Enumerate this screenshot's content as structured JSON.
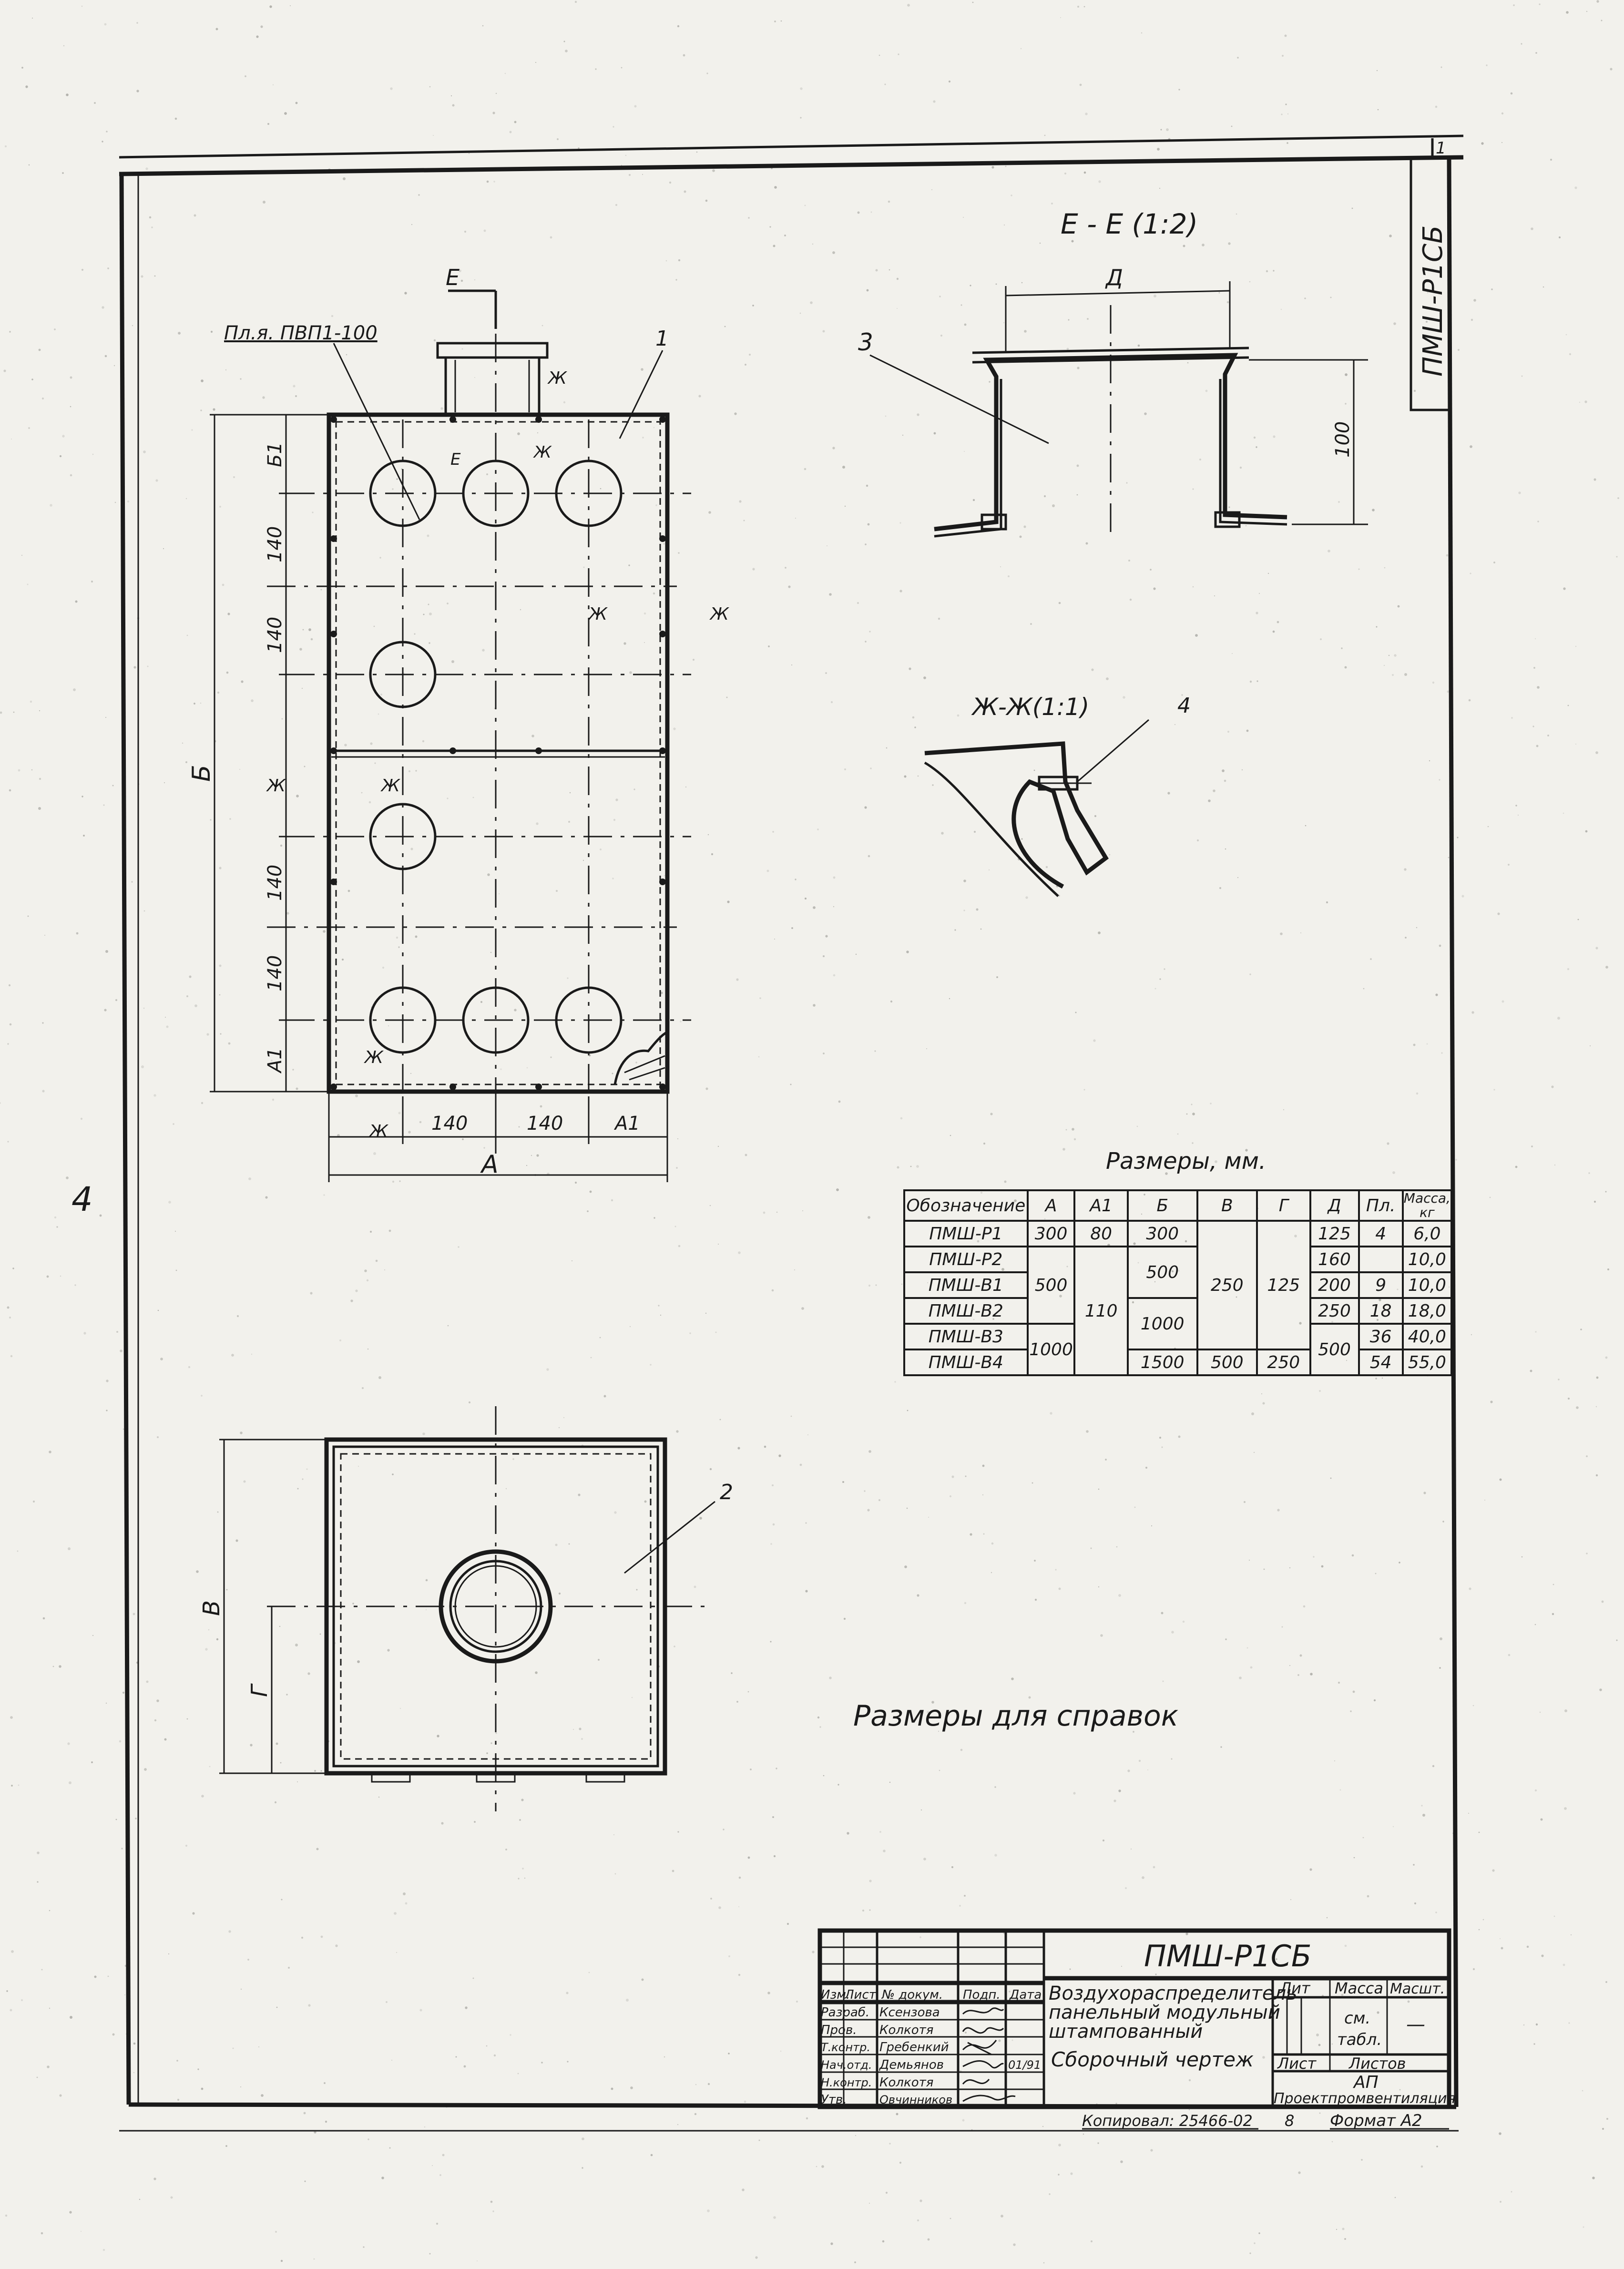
{
  "sheet": {
    "code_vertical": "ПМШ-Р1СБ",
    "page_corner": "1",
    "margin_note": "4",
    "note_reference": "Размеры для справок"
  },
  "views": {
    "main": {
      "pattern_label": "Пл.я. ПВП1-100",
      "section_e": "Е",
      "section_zh": "Ж",
      "callout_1": "1",
      "dims": {
        "b1": "Б1",
        "p140": "140",
        "b": "Б",
        "a1": "А1",
        "a": "А",
        "h140": "140"
      }
    },
    "section_ee": {
      "title": "Е - Е (1:2)",
      "dim_d": "Д",
      "callout_3": "3",
      "height": "100"
    },
    "section_zhzh": {
      "title": "Ж-Ж(1:1)",
      "callout_4": "4"
    },
    "bottom": {
      "callout_2": "2",
      "dim_v": "В",
      "dim_g": "Г"
    }
  },
  "dims_table": {
    "caption": "Размеры, мм.",
    "headers": [
      "Обозначение",
      "А",
      "А1",
      "Б",
      "В",
      "Г",
      "Д",
      "Пл.",
      "Масса, кг"
    ],
    "rows": [
      {
        "code": "ПМШ-Р1",
        "d": "125",
        "pl": "4",
        "m": "6,0"
      },
      {
        "code": "ПМШ-Р2",
        "d": "160",
        "pl": "",
        "m": "10,0"
      },
      {
        "code": "ПМШ-В1",
        "d": "200",
        "pl": "9",
        "m": "10,0"
      },
      {
        "code": "ПМШ-В2",
        "d": "250",
        "pl": "18",
        "m": "18,0"
      },
      {
        "code": "ПМШ-В3",
        "d": "",
        "pl": "36",
        "m": "40,0"
      },
      {
        "code": "ПМШ-В4",
        "d": "",
        "pl": "54",
        "m": "55,0"
      }
    ],
    "merged": {
      "a_r1": "300",
      "a1_r1": "80",
      "b_r1": "300",
      "a_mid": "500",
      "a1_mid": "110",
      "b_mid": "500",
      "v_mid": "250",
      "g_mid": "125",
      "b_r4": "1000",
      "a_last": "1000",
      "b_last": "1500",
      "v_last": "500",
      "g_last": "250",
      "d_last": "500"
    }
  },
  "title_block": {
    "designation": "ПМШ-Р1СБ",
    "name_line1": "Воздухораспределитель",
    "name_line2": "панельный модульный",
    "name_line3": "штампованный",
    "doc_type": "Сборочный чертеж",
    "lit_label": "Лит",
    "mass_label": "Масса",
    "scale_label": "Масшт.",
    "mass_value_1": "см.",
    "mass_value_2": "табл.",
    "scale_value": "—",
    "sheet_label": "Лист",
    "sheets_label": "Листов",
    "org_1": "АП",
    "org_2": "Проектпромвентиляция",
    "col_headers": [
      "Изм.",
      "Лист",
      "№ докум.",
      "Подп.",
      "Дата"
    ],
    "roles": [
      {
        "role": "Разраб.",
        "name": "Ксензова"
      },
      {
        "role": "Пров.",
        "name": "Колкотя"
      },
      {
        "role": "Т.контр.",
        "name": "Гребенкий"
      },
      {
        "role": "Нач.отд.",
        "name": "Демьянов"
      },
      {
        "role": "Н.контр.",
        "name": "Колкотя"
      },
      {
        "role": "Утв.",
        "name": "Овчинников"
      }
    ],
    "date_value": "01/91",
    "copied": "Копировал: 25466-02",
    "copy_sheet": "8",
    "format": "Формат А2"
  }
}
